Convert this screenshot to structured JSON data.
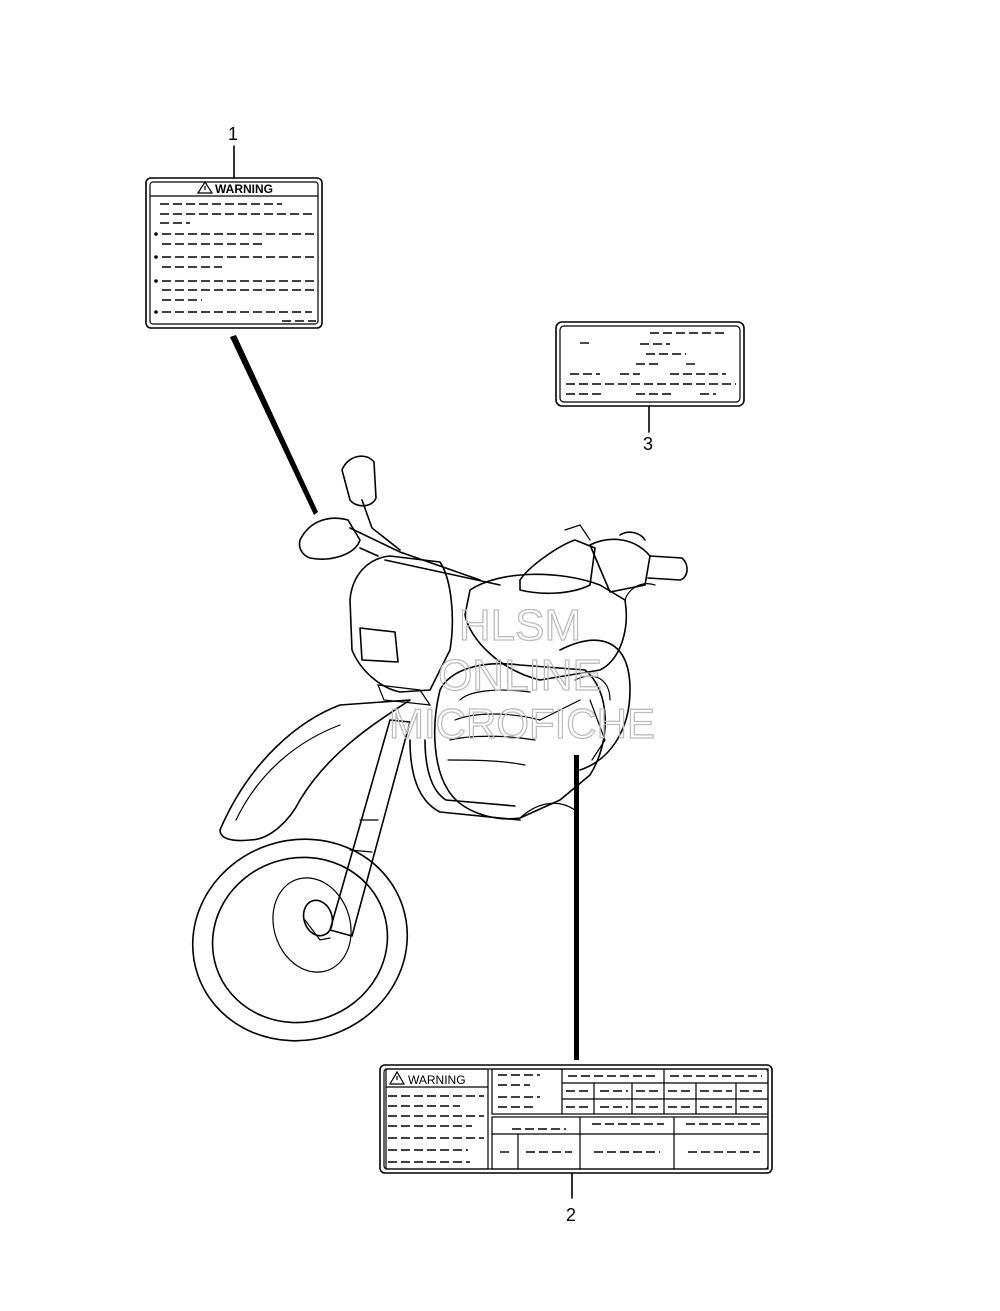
{
  "labels": [
    {
      "id": "1",
      "heading": "WARNING"
    },
    {
      "id": "2",
      "heading": "WARNING"
    },
    {
      "id": "3",
      "heading": ""
    }
  ],
  "watermark": [
    "HLSM",
    "ONLINE",
    "MICROFICHE"
  ]
}
